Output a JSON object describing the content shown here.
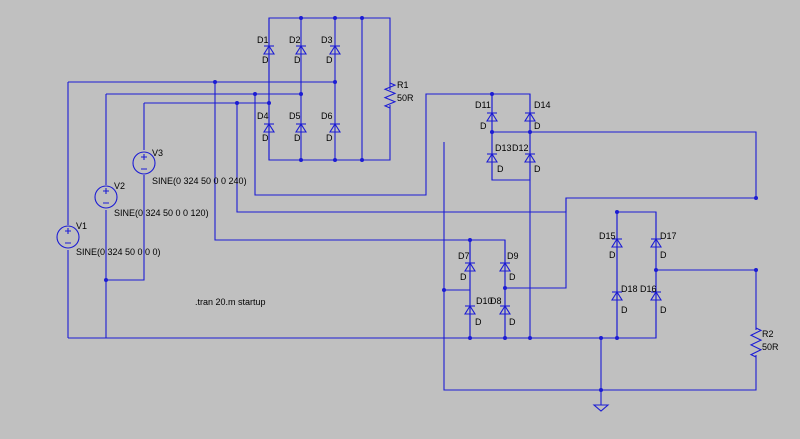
{
  "schematic": {
    "directive": ".tran 20.m startup",
    "sources": [
      {
        "name": "V1",
        "value": "SINE(0 324 50 0 0 0)"
      },
      {
        "name": "V2",
        "value": "SINE(0 324 50 0 0 120)"
      },
      {
        "name": "V3",
        "value": "SINE(0 324 50 0 0 240)"
      }
    ],
    "resistors": [
      {
        "name": "R1",
        "value": "50R"
      },
      {
        "name": "R2",
        "value": "50R"
      }
    ],
    "diode_model": "D",
    "diodes": [
      "D1",
      "D2",
      "D3",
      "D4",
      "D5",
      "D6",
      "D7",
      "D8",
      "D9",
      "D10",
      "D11",
      "D12",
      "D13",
      "D14",
      "D15",
      "D16",
      "D17",
      "D18"
    ],
    "colors": {
      "background": "#c0c0c0",
      "wire": "#1c1cd4",
      "text": "#000000"
    }
  }
}
